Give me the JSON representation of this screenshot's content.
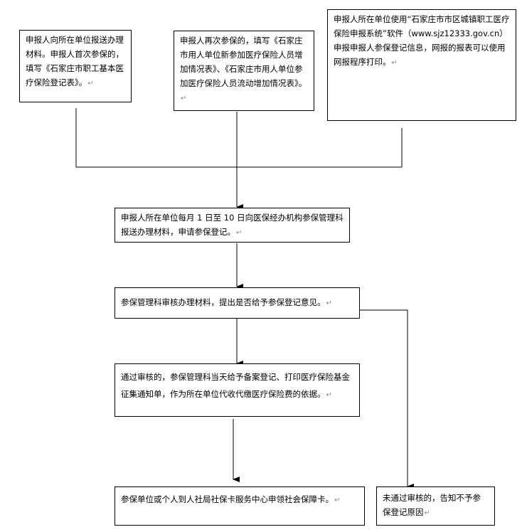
{
  "flowchart": {
    "return_mark": "↵",
    "nodes": {
      "first_enroll": "申报人向所在单位报送办理材料。申报人首次参保的，填写《石家庄市职工基本医疗保险登记表》。",
      "re_enroll": "申报人再次参保的，填写《石家庄市用人单位新参加医疗保险人员增加情况表》、《石家庄市用人单位参加医疗保险人员流动增加情况表》。",
      "online": "申报人所在单位使用“石家庄市市区城镇职工医疗保险申报系统”软件（www.sjz12333.gov.cn）申报申报人参保登记信息，网报的报表可以使用网报程序打印。",
      "submit": "申报人所在单位每月 1 日至 10 日向医保经办机构参保管理科报送办理材料，申请参保登记。",
      "review": "参保管理科审核办理材料，提出是否给予参保登记意见。",
      "approved": "通过审核的，参保管理科当天给予备案登记、打印医疗保险基金征集通知单，作为所在单位代收代缴医疗保险费的依据。",
      "card": "参保单位或个人到人社局社保卡服务中心申领社会保障卡。",
      "rejected": "未通过审核的，告知不予参保登记原因"
    }
  }
}
